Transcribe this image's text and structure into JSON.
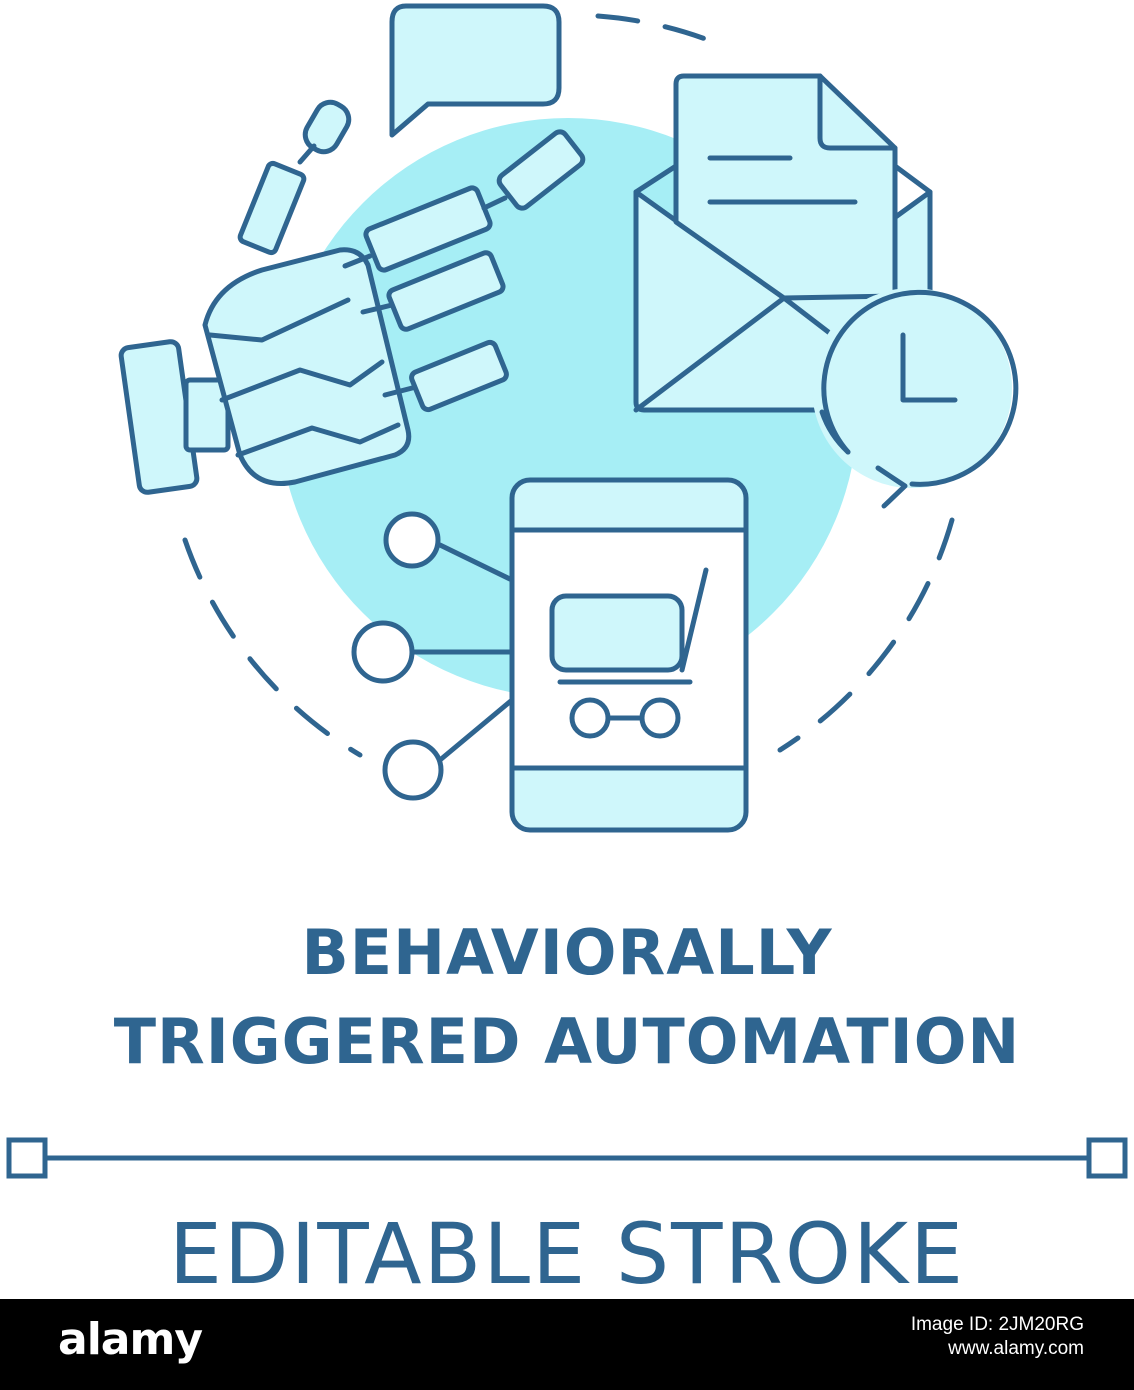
{
  "colors": {
    "stroke": "#2f6590",
    "fill_light": "#cff7fb",
    "fill_circle": "#a6eef5",
    "footer_bg": "#000000",
    "footer_text": "#ffffff"
  },
  "icons": [
    "robot-hand-icon",
    "speech-bubble-icon",
    "email-document-icon",
    "clock-icon",
    "smartphone-cart-icon",
    "network-nodes-icon"
  ],
  "title": {
    "line1": "BEHAVIORALLY",
    "line2": "TRIGGERED AUTOMATION"
  },
  "subtitle": "EDITABLE STROKE",
  "footer": {
    "logo": "alamy",
    "image_id_label": "Image ID: 2JM20RG",
    "url": "www.alamy.com"
  }
}
